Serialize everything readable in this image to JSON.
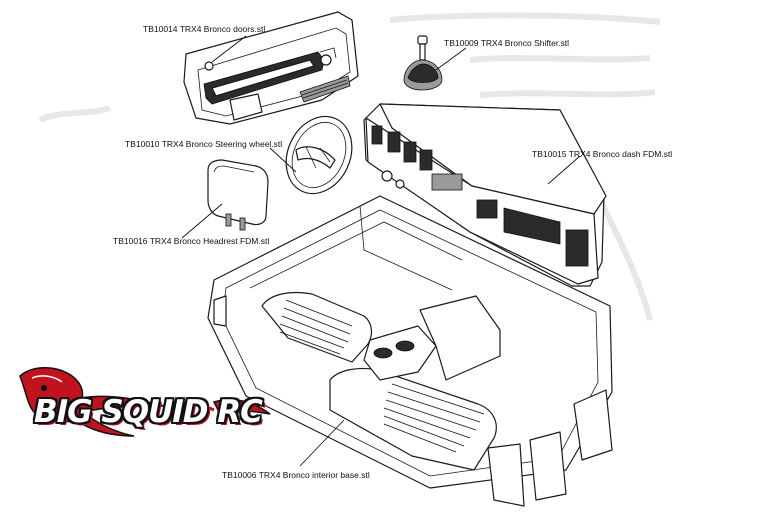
{
  "labels": {
    "doors": "TB10014 TRX4 Bronco doors.stl",
    "shifter": "TB10009 TRX4 Bronco Shifter.stl",
    "steering": "TB10010 TRX4 Bronco Steering wheel.stl",
    "dash": "TB10015 TRX4 Bronco dash FDM.stl",
    "headrest": "TB10016 TRX4 Bronco Headrest FDM.stl",
    "interior": "TB10006 TRX4 Bronco interior base.stl"
  },
  "watermark": {
    "text": "BIG SQUID RC",
    "accent_color": "#c1121f"
  }
}
